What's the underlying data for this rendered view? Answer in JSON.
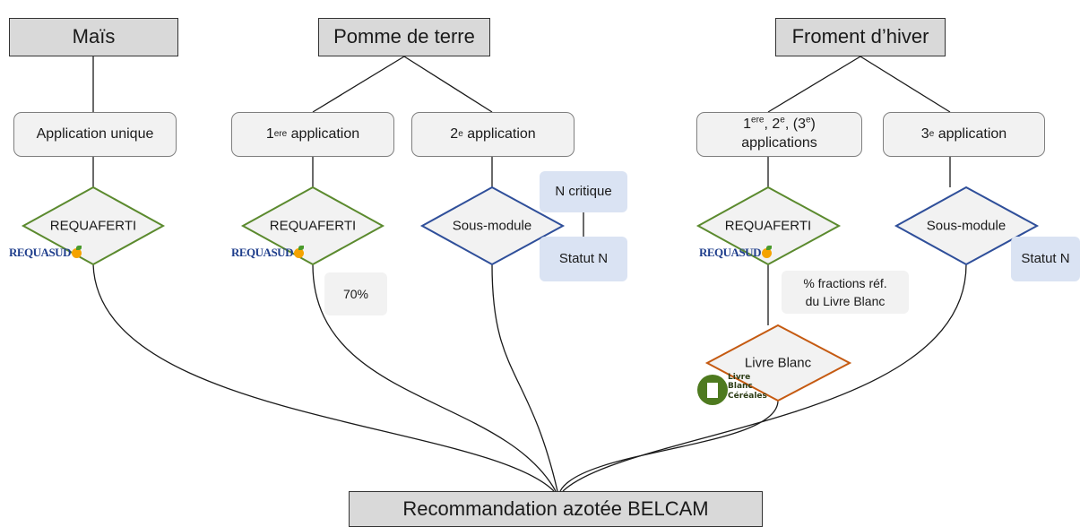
{
  "crops": {
    "mais": "Maïs",
    "pomme": "Pomme de terre",
    "froment": "Froment d’hiver"
  },
  "applications": {
    "unique": "Application unique",
    "pdt_first": {
      "num": "1",
      "sup": "ere",
      "text": " application"
    },
    "pdt_second": {
      "num": "2",
      "sup": "e",
      "text": " application"
    },
    "froment_multi": {
      "line1_a": "1",
      "sup1": "ere",
      "line1_b": ", 2",
      "sup2": "e",
      "line1_c": ", (3",
      "sup3": "e",
      "line1_d": ")",
      "line2": "applications"
    },
    "froment_third": {
      "num": "3",
      "sup": "e",
      "text": " application"
    }
  },
  "decisions": {
    "requaferti_1": "REQUAFERTI",
    "requaferti_2": "REQUAFERTI",
    "requaferti_3": "REQUAFERTI",
    "sous_module_1": "Sous-module",
    "sous_module_2": "Sous-module",
    "livre_blanc": "Livre Blanc"
  },
  "labels": {
    "n_critique": "N critique",
    "statut_n_1": "Statut N",
    "statut_n_2": "Statut N",
    "pct_70": "70%",
    "fractions_line1": "% fractions réf.",
    "fractions_line2": "du Livre Blanc"
  },
  "logos": {
    "requasud_text": "REQUASUD",
    "livre_blanc_lines": [
      "Livre",
      "Blanc",
      "Céréales"
    ]
  },
  "result": "Recommandation azotée BELCAM",
  "colors": {
    "requaferti_border": "#5b8a2e",
    "sous_module_border": "#2f4f9a",
    "livre_blanc_border": "#c55a11",
    "crop_fill": "#d9d9d9",
    "app_fill": "#f2f2f2",
    "blue_fill": "#dae3f3"
  }
}
